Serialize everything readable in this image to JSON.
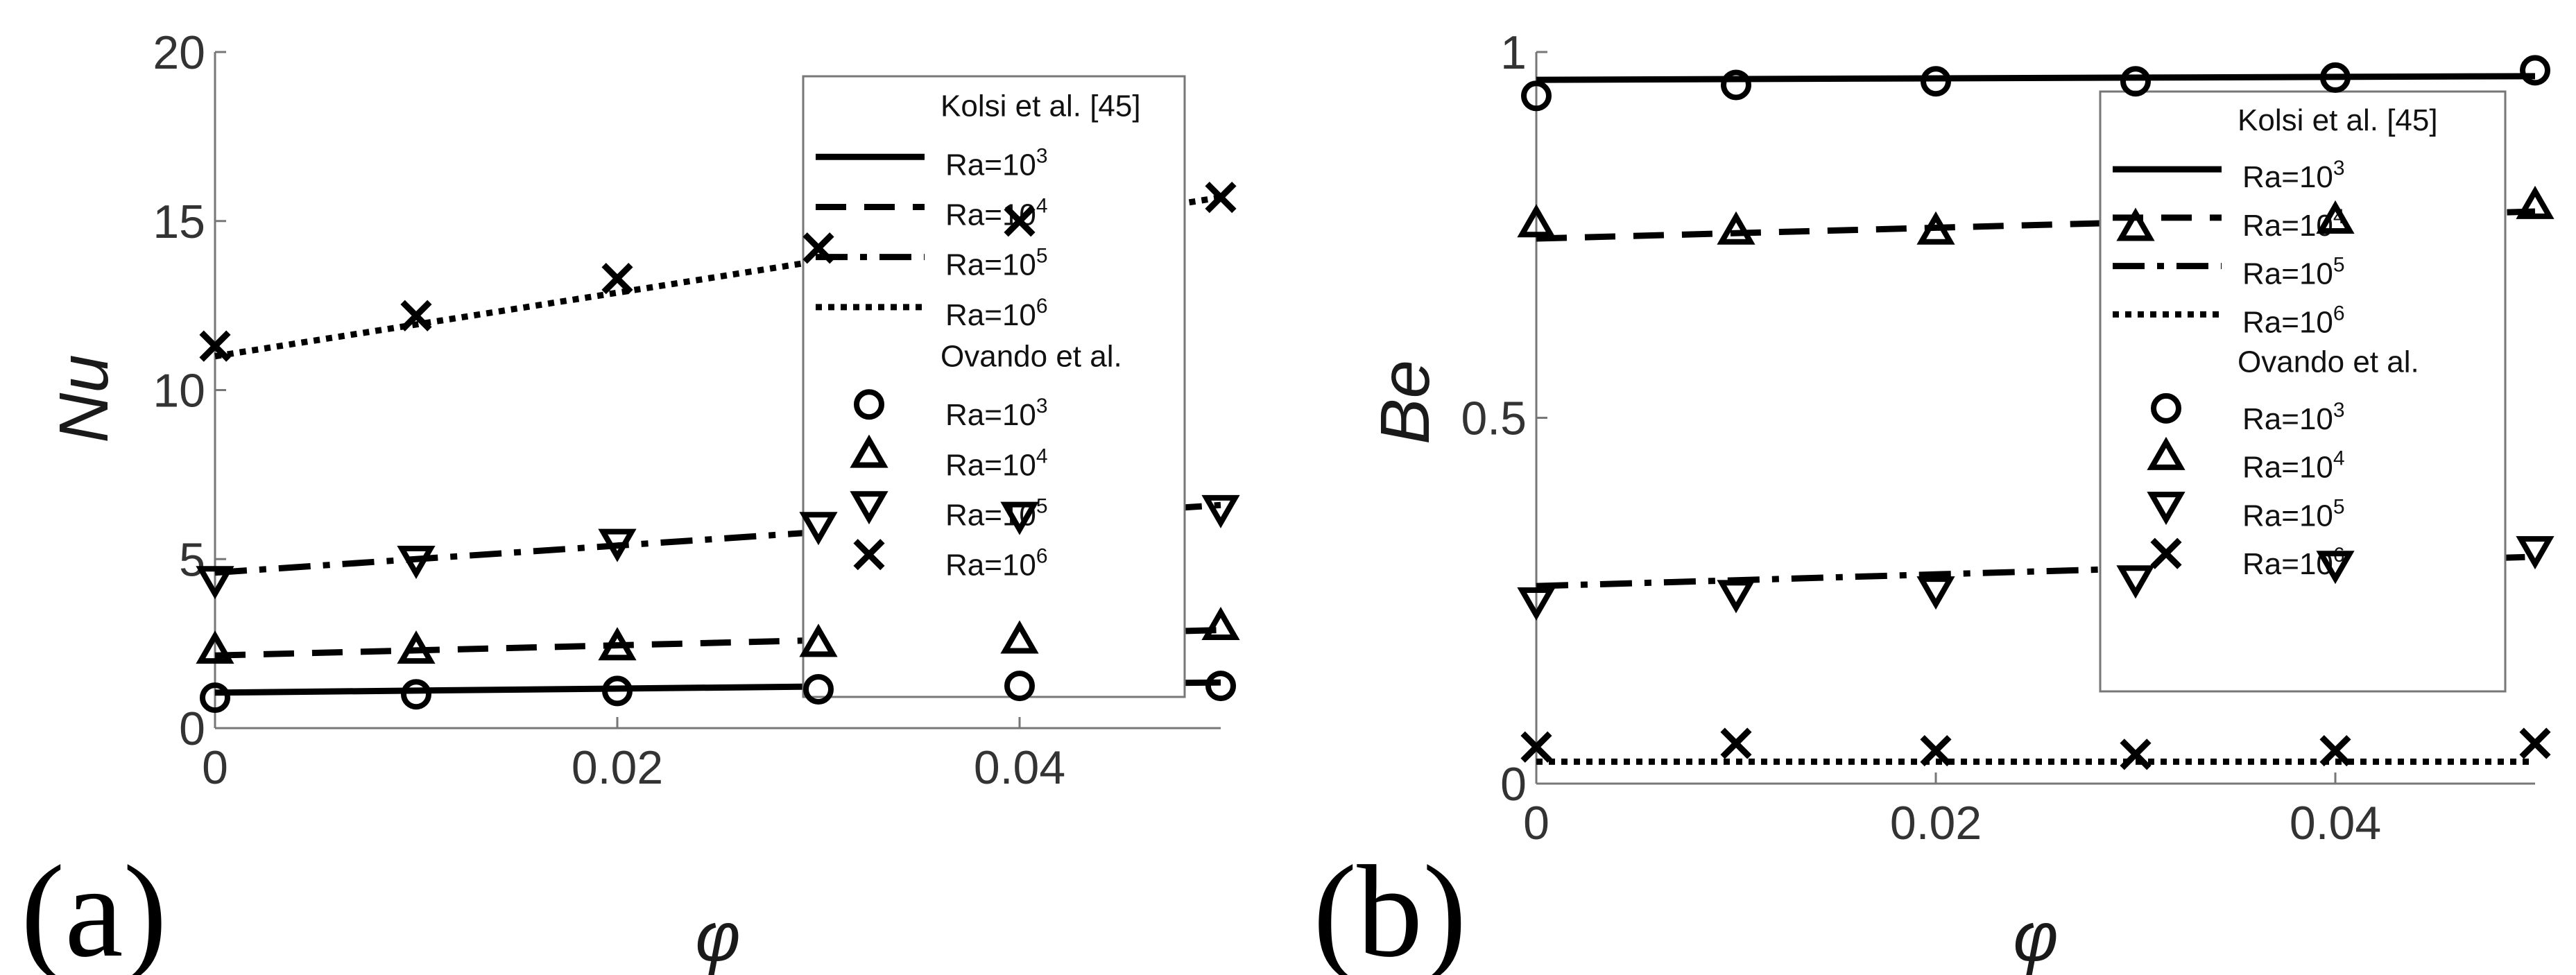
{
  "chart_data": [
    {
      "type": "line",
      "panel_label": "(a)",
      "xlabel": "φ",
      "ylabel": "Nu",
      "xlim": [
        0,
        0.05
      ],
      "ylim": [
        0,
        20
      ],
      "xticks": [
        0,
        0.02,
        0.04
      ],
      "xtick_labels": [
        "0",
        "0.02",
        "0.04"
      ],
      "yticks": [
        0,
        5,
        10,
        15,
        20
      ],
      "ytick_labels": [
        "0",
        "5",
        "10",
        "15",
        "20"
      ],
      "legend_position": "top-right",
      "legend_groups": [
        "Kolsi et al. [45]",
        "Ovando et al."
      ],
      "series": [
        {
          "name": "Ra=10^3",
          "group": "Kolsi et al. [45]",
          "style": "solid",
          "x": [
            0,
            0.05
          ],
          "y": [
            1.05,
            1.35
          ]
        },
        {
          "name": "Ra=10^4",
          "group": "Kolsi et al. [45]",
          "style": "dashed",
          "x": [
            0,
            0.05
          ],
          "y": [
            2.15,
            2.9
          ]
        },
        {
          "name": "Ra=10^5",
          "group": "Kolsi et al. [45]",
          "style": "dashdot",
          "x": [
            0,
            0.05
          ],
          "y": [
            4.6,
            6.6
          ]
        },
        {
          "name": "Ra=10^6",
          "group": "Kolsi et al. [45]",
          "style": "dotted",
          "x": [
            0,
            0.05
          ],
          "y": [
            11.0,
            15.7
          ]
        },
        {
          "name": "Ra=10^3",
          "group": "Ovando et al.",
          "marker": "circle",
          "x": [
            0,
            0.01,
            0.02,
            0.03,
            0.04,
            0.05
          ],
          "y": [
            0.9,
            1.0,
            1.1,
            1.15,
            1.25,
            1.25
          ]
        },
        {
          "name": "Ra=10^4",
          "group": "Ovando et al.",
          "marker": "triangle-up",
          "x": [
            0,
            0.01,
            0.02,
            0.03,
            0.04,
            0.05
          ],
          "y": [
            2.3,
            2.3,
            2.4,
            2.5,
            2.6,
            3.0
          ]
        },
        {
          "name": "Ra=10^5",
          "group": "Ovando et al.",
          "marker": "triangle-down",
          "x": [
            0,
            0.01,
            0.02,
            0.03,
            0.04,
            0.05
          ],
          "y": [
            4.4,
            5.0,
            5.5,
            6.0,
            6.3,
            6.5
          ]
        },
        {
          "name": "Ra=10^6",
          "group": "Ovando et al.",
          "marker": "x",
          "x": [
            0,
            0.01,
            0.02,
            0.03,
            0.04,
            0.05
          ],
          "y": [
            11.3,
            12.2,
            13.3,
            14.2,
            15.0,
            15.7
          ]
        }
      ]
    },
    {
      "type": "line",
      "panel_label": "(b)",
      "xlabel": "φ",
      "ylabel": "Be",
      "xlim": [
        0,
        0.05
      ],
      "ylim": [
        0,
        1
      ],
      "xticks": [
        0,
        0.02,
        0.04
      ],
      "xtick_labels": [
        "0",
        "0.02",
        "0.04"
      ],
      "yticks": [
        0,
        0.5,
        1
      ],
      "ytick_labels": [
        "0",
        "0.5",
        "1"
      ],
      "legend_position": "right",
      "legend_groups": [
        "Kolsi et al. [45]",
        "Ovando et al."
      ],
      "series": [
        {
          "name": "Ra=10^3",
          "group": "Kolsi et al. [45]",
          "style": "solid",
          "x": [
            0,
            0.05
          ],
          "y": [
            0.962,
            0.967
          ]
        },
        {
          "name": "Ra=10^4",
          "group": "Kolsi et al. [45]",
          "style": "dashed",
          "x": [
            0,
            0.05
          ],
          "y": [
            0.745,
            0.782
          ]
        },
        {
          "name": "Ra=10^5",
          "group": "Kolsi et al. [45]",
          "style": "dashdot",
          "x": [
            0,
            0.05
          ],
          "y": [
            0.27,
            0.31
          ]
        },
        {
          "name": "Ra=10^6",
          "group": "Kolsi et al. [45]",
          "style": "dotted",
          "x": [
            0,
            0.05
          ],
          "y": [
            0.03,
            0.03
          ]
        },
        {
          "name": "Ra=10^3",
          "group": "Ovando et al.",
          "marker": "circle",
          "x": [
            0,
            0.01,
            0.02,
            0.03,
            0.04,
            0.05
          ],
          "y": [
            0.94,
            0.955,
            0.96,
            0.96,
            0.965,
            0.975
          ]
        },
        {
          "name": "Ra=10^4",
          "group": "Ovando et al.",
          "marker": "triangle-up",
          "x": [
            0,
            0.01,
            0.02,
            0.03,
            0.04,
            0.05
          ],
          "y": [
            0.765,
            0.755,
            0.755,
            0.76,
            0.77,
            0.79
          ]
        },
        {
          "name": "Ra=10^5",
          "group": "Ovando et al.",
          "marker": "triangle-down",
          "x": [
            0,
            0.01,
            0.02,
            0.03,
            0.04,
            0.05
          ],
          "y": [
            0.25,
            0.26,
            0.265,
            0.28,
            0.3,
            0.32
          ]
        },
        {
          "name": "Ra=10^6",
          "group": "Ovando et al.",
          "marker": "x",
          "x": [
            0,
            0.01,
            0.02,
            0.03,
            0.04,
            0.05
          ],
          "y": [
            0.05,
            0.055,
            0.045,
            0.04,
            0.045,
            0.055
          ]
        }
      ]
    }
  ]
}
